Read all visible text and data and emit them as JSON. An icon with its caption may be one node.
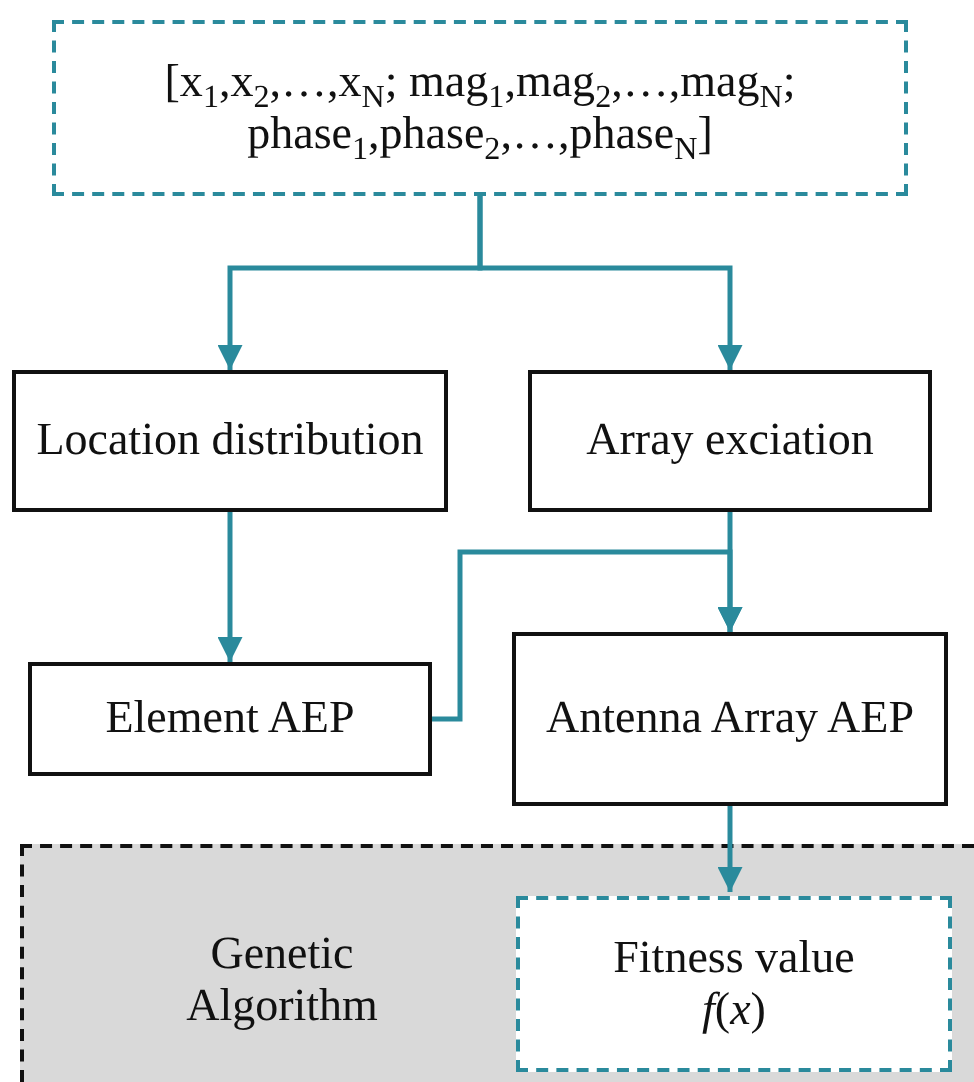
{
  "diagram": {
    "nodes": [
      {
        "text": [
          "[x$_{1}$,x$_{2}$,…,x$_{N}$; mag$_{1}$,mag$_{2}$,…,mag$_{N}$; phase$_{1}$,phase$_{2}$,…,phase$_{N}$]"
        ]
      },
      {
        "text": [
          "Location distribution"
        ]
      },
      {
        "text": [
          "Array exciation"
        ]
      },
      {
        "text": [
          "Element AEP"
        ]
      },
      {
        "text": [
          "Antenna Array AEP"
        ]
      },
      {
        "text": [
          "Genetic Algorithm"
        ]
      },
      {
        "text": [
          "Fitness value",
          "*f*(*x*)"
        ],
        "in": 5
      }
    ],
    "edges": [
      {
        "from": 0,
        "to": 1,
        "arrow": "to"
      },
      {
        "from": 0,
        "to": 2,
        "arrow": "to"
      },
      {
        "from": 1,
        "to": 3,
        "arrow": "to"
      },
      {
        "from": 2,
        "to": 4,
        "arrow": "to"
      },
      {
        "from": 3,
        "to": 4,
        "arrow": "to"
      },
      {
        "from": 4,
        "to": 6,
        "arrow": "to"
      }
    ]
  }
}
